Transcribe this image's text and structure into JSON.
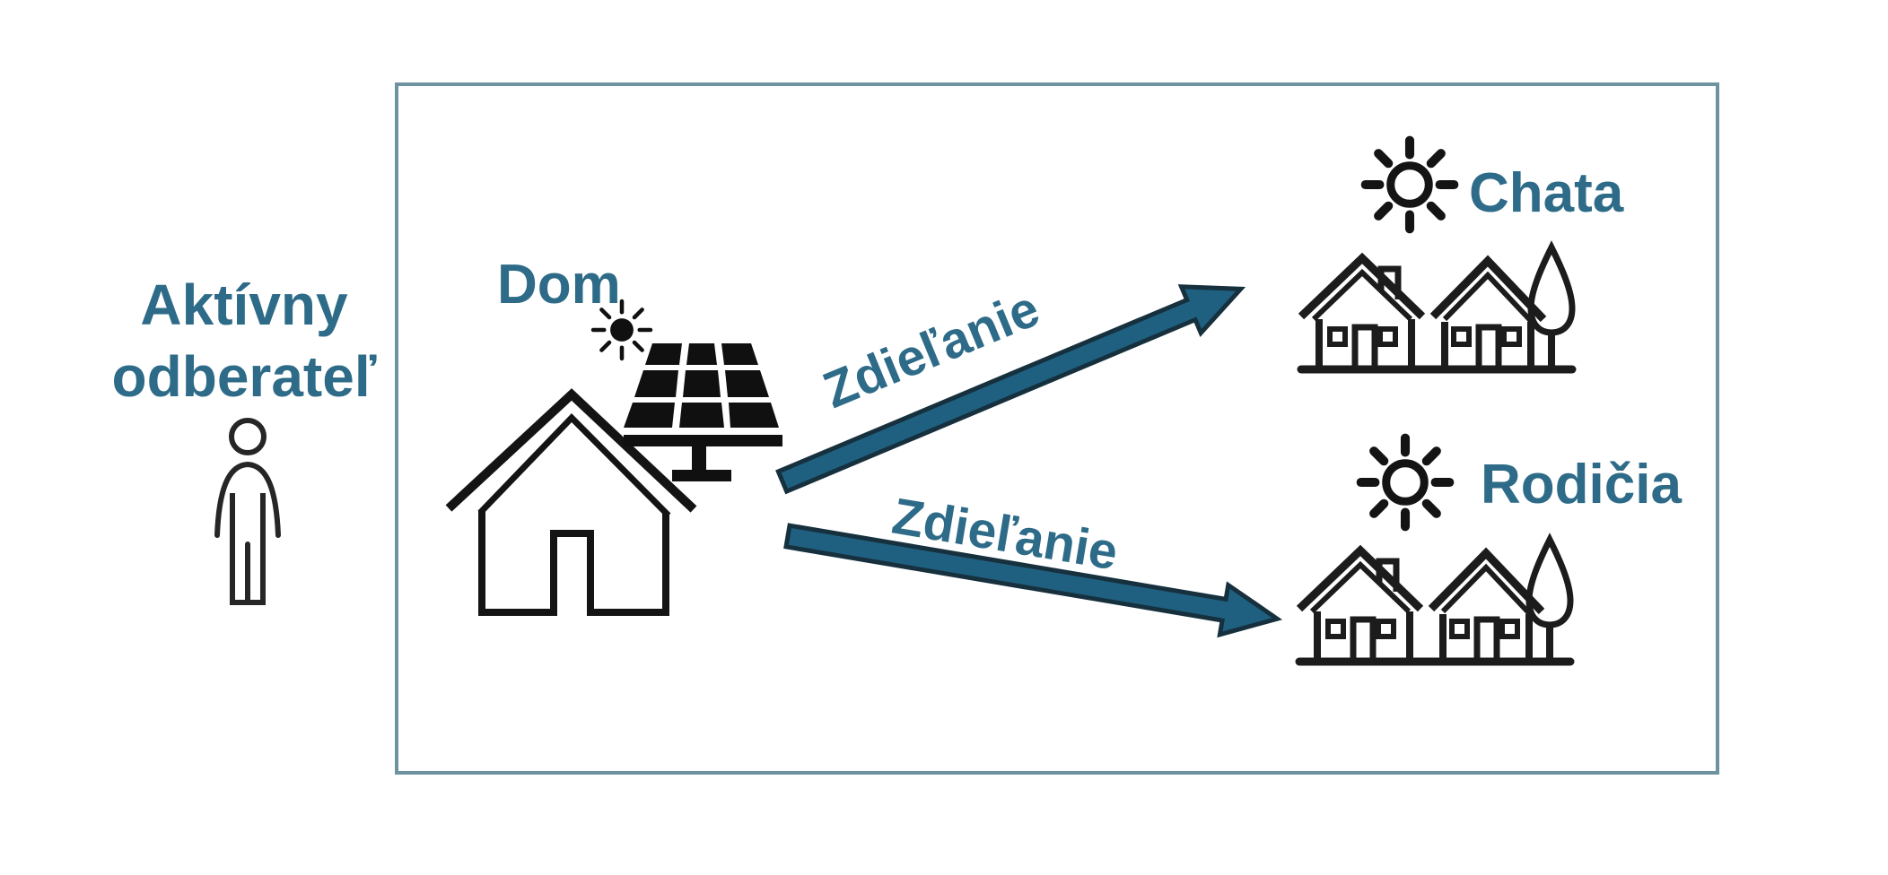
{
  "colors": {
    "label_text": "#2e6b88",
    "arrow_fill": "#1f6080",
    "arrow_outline": "#16303e",
    "frame_border": "#6d93a0",
    "icon_black": "#141414",
    "background": "#ffffff"
  },
  "actor": {
    "line1": "Aktívny",
    "line2": "odberateľ",
    "icon": "person-outline-icon"
  },
  "source": {
    "label": "Dom",
    "icons": [
      "sun-filled-icon",
      "solar-panel-icon",
      "house-outline-icon"
    ]
  },
  "flows": [
    {
      "label": "Zdieľanie",
      "from": "Dom",
      "to": "Chata"
    },
    {
      "label": "Zdieľanie",
      "from": "Dom",
      "to": "Rodičia"
    }
  ],
  "targets": [
    {
      "label": "Chata",
      "icons": [
        "sun-outline-icon",
        "houses-with-tree-icon"
      ]
    },
    {
      "label": "Rodičia",
      "icons": [
        "sun-outline-icon",
        "houses-with-tree-icon"
      ]
    }
  ]
}
